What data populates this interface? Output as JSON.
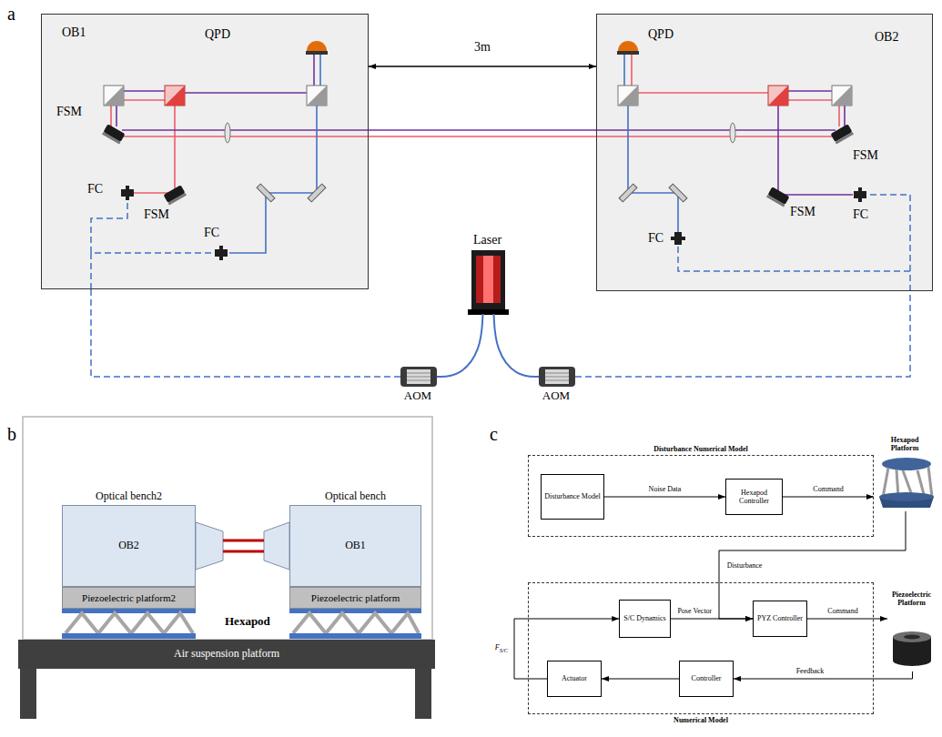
{
  "diagram": {
    "nodes": [
      {
        "text": [
          "OB1"
        ]
      },
      {
        "text": [
          "OB2"
        ]
      },
      {
        "text": [
          "Laser"
        ]
      },
      {
        "text": [
          "AOM"
        ]
      },
      {
        "text": [
          "AOM"
        ]
      },
      {
        "text": [
          "Optical bench2",
          "OB2"
        ]
      },
      {
        "text": [
          "Optical bench",
          "OB1"
        ]
      },
      {
        "text": [
          "Piezoelectric platform2"
        ]
      },
      {
        "text": [
          "Piezoelectric platform"
        ]
      },
      {
        "text": [
          "Air suspension platform"
        ]
      },
      {
        "text": [
          "Disturbance Numerical Model"
        ]
      },
      {
        "text": [
          "Disturbance Model"
        ],
        "in": 10
      },
      {
        "text": [
          "Hexapod Controller"
        ],
        "in": 10
      },
      {
        "text": [
          "Hexapod Platform"
        ]
      },
      {
        "text": [
          "Numerical Model"
        ]
      },
      {
        "text": [
          "S/C Dynamics"
        ],
        "in": 14
      },
      {
        "text": [
          "PYZ Controller"
        ],
        "in": 14
      },
      {
        "text": [
          "Piezoelectric Platform"
        ]
      },
      {
        "text": [
          "Actuator"
        ],
        "in": 14
      },
      {
        "text": [
          "Controller"
        ],
        "in": 14
      }
    ],
    "edges": [
      {
        "from": 0,
        "to": 1,
        "label": "3m",
        "arrow": "both"
      },
      {
        "from": 2,
        "to": 3,
        "arrow": "none"
      },
      {
        "from": 2,
        "to": 4,
        "arrow": "none"
      },
      {
        "from": 3,
        "to": 0,
        "arrow": "none"
      },
      {
        "from": 4,
        "to": 1,
        "arrow": "none"
      },
      {
        "from": 11,
        "to": 12,
        "label": "Noise Data",
        "arrow": "to"
      },
      {
        "from": 12,
        "to": 13,
        "label": "Command",
        "arrow": "to"
      },
      {
        "from": 13,
        "to": 16,
        "label": "Disturbance",
        "arrow": "to"
      },
      {
        "from": 15,
        "to": 16,
        "label": "Pose Vector",
        "arrow": "to"
      },
      {
        "from": 16,
        "to": 17,
        "label": "Command",
        "arrow": "to"
      },
      {
        "from": 17,
        "to": 19,
        "label": "Feedback",
        "arrow": "to"
      },
      {
        "from": 19,
        "to": 18,
        "arrow": "to"
      },
      {
        "from": 18,
        "to": 15,
        "label": "FS/C",
        "arrow": "to"
      }
    ],
    "labels": [
      "a",
      "QPD",
      "FSM",
      "FC",
      "FSM",
      "FC",
      "QPD",
      "FSM",
      "FC",
      "FSM",
      "FC",
      "b",
      "Hexapod",
      "c"
    ]
  }
}
